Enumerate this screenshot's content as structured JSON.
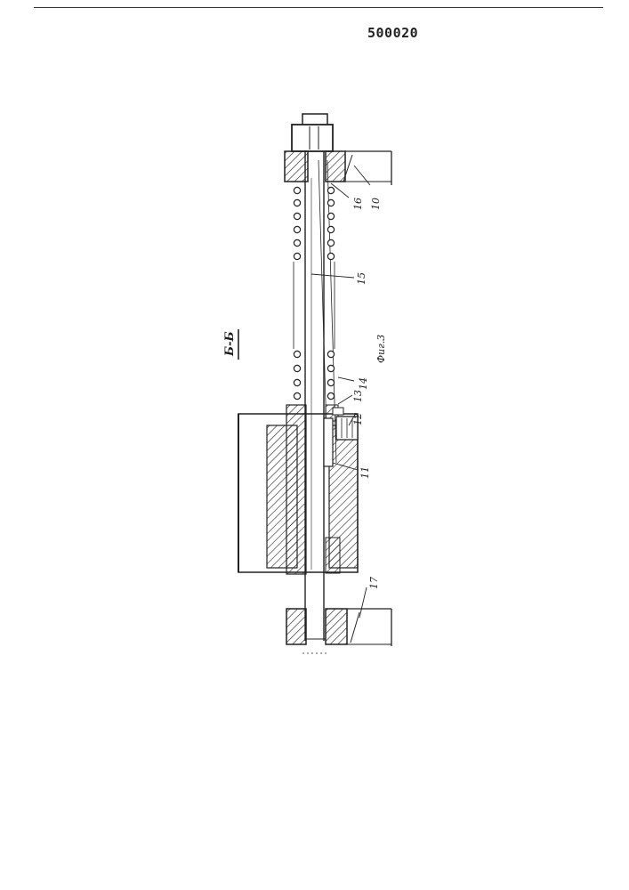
{
  "header": {
    "patent_number": "500020"
  },
  "section": {
    "label": "Б-Б"
  },
  "figure": {
    "caption": "Фиг.3"
  },
  "callouts": {
    "c10": "10",
    "c11": "11",
    "c12": "12",
    "c13": "13",
    "c14": "14",
    "c15": "15",
    "c16": "16",
    "c17": "17"
  }
}
